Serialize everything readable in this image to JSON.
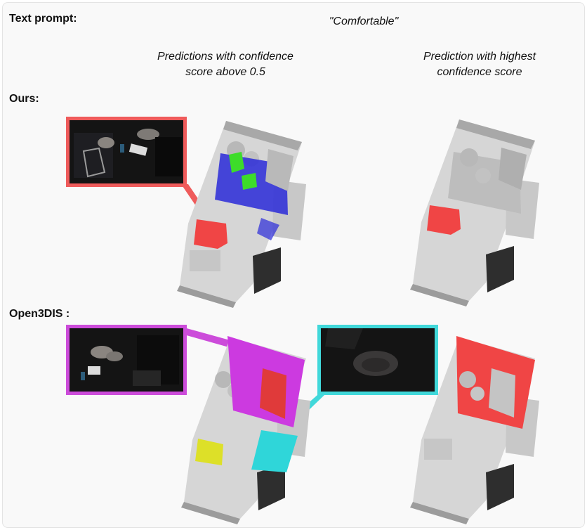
{
  "labels": {
    "text_prompt": "Text prompt:",
    "prompt": "\"Comfortable\"",
    "col1_line1": "Predictions with confidence",
    "col1_line2": "score above 0.5",
    "col2_line1": "Prediction with highest",
    "col2_line2": "confidence score",
    "ours": "Ours:",
    "open3dis": "Open3DIS :"
  },
  "colors": {
    "red": "#f04545",
    "blue": "#2a2ad8",
    "green": "#3ddc2a",
    "magenta": "#cc3ae0",
    "cyan": "#2fd6d9",
    "yellow": "#dde028",
    "inset_border_red": "#ef5b5b",
    "inset_border_magenta": "#cc4cda",
    "inset_border_cyan": "#41d8da",
    "cloud_gray": "#d4d4d4",
    "cloud_dark": "#3a3a3a"
  }
}
